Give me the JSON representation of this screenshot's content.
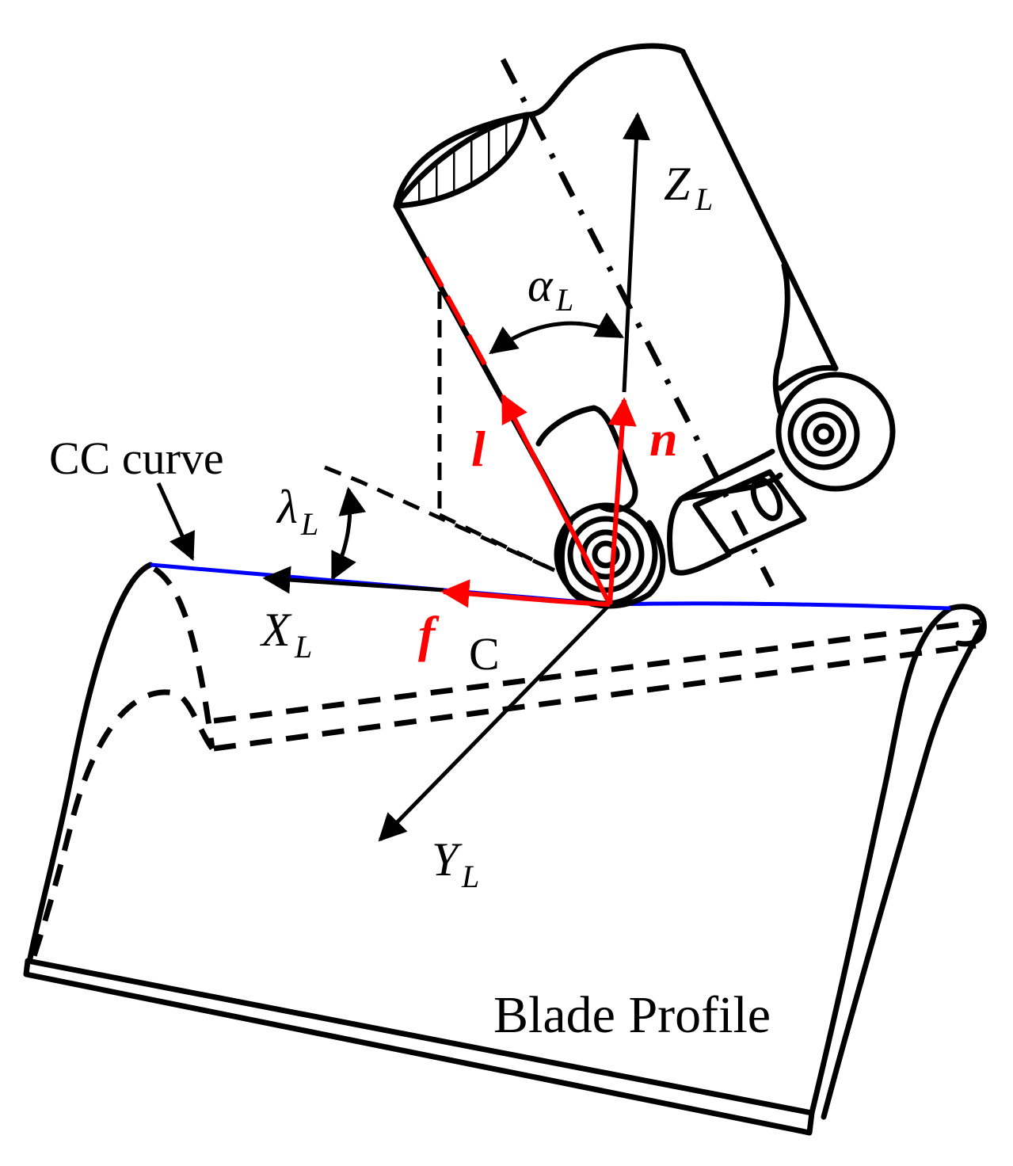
{
  "labels": {
    "cc_curve": "CC curve",
    "blade_profile": "Blade Profile",
    "point_c": "C",
    "axis_x_main": "X",
    "axis_x_sub": "L",
    "axis_y_main": "Y",
    "axis_y_sub": "L",
    "axis_z_main": "Z",
    "axis_z_sub": "L",
    "alpha_main": "α",
    "alpha_sub": "L",
    "lambda_main": "λ",
    "lambda_sub": "L",
    "vec_l": "l",
    "vec_n": "n",
    "vec_f": "f"
  },
  "colors": {
    "outline": "#000000",
    "vector": "#ff0000",
    "cc_curve": "#0000ff"
  }
}
